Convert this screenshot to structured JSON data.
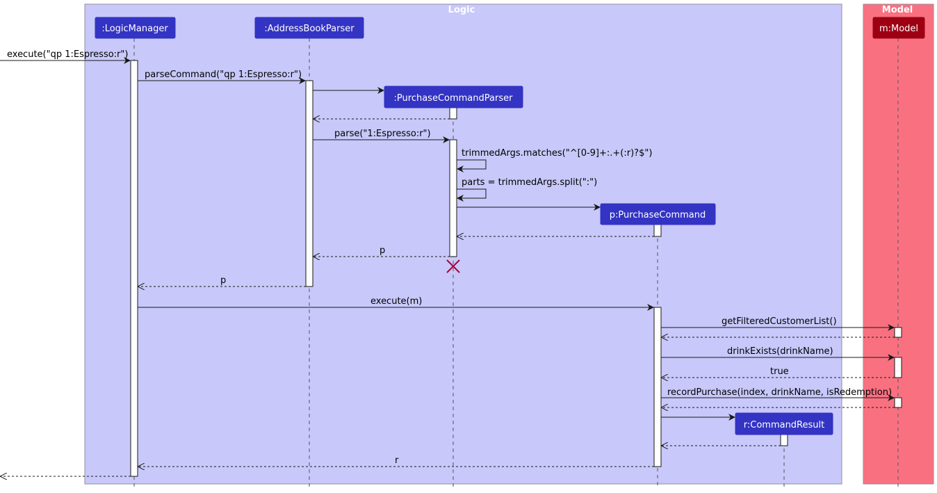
{
  "boxes": [
    {
      "id": "logic",
      "title": "Logic",
      "color": "#c8c8fa",
      "border": "#8f8f9f"
    },
    {
      "id": "model",
      "title": "Model",
      "color": "#f97181",
      "border": "#8f8f9f"
    }
  ],
  "participants": [
    {
      "id": "lm",
      "name": ":LogicManager",
      "color": "#3333c4"
    },
    {
      "id": "abp",
      "name": ":AddressBookParser",
      "color": "#3333c4"
    },
    {
      "id": "pcp",
      "name": ":PurchaseCommandParser",
      "color": "#3333c4"
    },
    {
      "id": "pc",
      "name": "p:PurchaseCommand",
      "color": "#3333c4"
    },
    {
      "id": "cr",
      "name": "r:CommandResult",
      "color": "#3333c4"
    },
    {
      "id": "m",
      "name": "m:Model",
      "color": "#9d0012"
    }
  ],
  "messages": [
    {
      "from": "outside",
      "to": "lm",
      "label": "execute(\"qp 1:Espresso:r\")",
      "type": "sync"
    },
    {
      "from": "lm",
      "to": "abp",
      "label": "parseCommand(\"qp 1:Espresso:r\")",
      "type": "sync"
    },
    {
      "from": "abp",
      "to": "pcp",
      "label": "",
      "type": "create"
    },
    {
      "from": "pcp",
      "to": "abp",
      "label": "",
      "type": "return"
    },
    {
      "from": "abp",
      "to": "pcp",
      "label": "parse(\"1:Espresso:r\")",
      "type": "sync"
    },
    {
      "from": "pcp",
      "to": "pcp",
      "label": "trimmedArgs.matches(\"^[0-9]+:.+(:r)?$\")",
      "type": "self"
    },
    {
      "from": "pcp",
      "to": "pcp",
      "label": "parts = trimmedArgs.split(\":\")",
      "type": "self"
    },
    {
      "from": "pcp",
      "to": "pc",
      "label": "",
      "type": "create"
    },
    {
      "from": "pc",
      "to": "pcp",
      "label": "",
      "type": "return"
    },
    {
      "from": "pcp",
      "to": "abp",
      "label": "p",
      "type": "return"
    },
    {
      "from": "abp",
      "to": "lm",
      "label": "p",
      "type": "return"
    },
    {
      "from": "lm",
      "to": "pc",
      "label": "execute(m)",
      "type": "sync"
    },
    {
      "from": "pc",
      "to": "m",
      "label": "getFilteredCustomerList()",
      "type": "sync"
    },
    {
      "from": "m",
      "to": "pc",
      "label": "",
      "type": "return"
    },
    {
      "from": "pc",
      "to": "m",
      "label": "drinkExists(drinkName)",
      "type": "sync"
    },
    {
      "from": "m",
      "to": "pc",
      "label": "true",
      "type": "return"
    },
    {
      "from": "pc",
      "to": "m",
      "label": "recordPurchase(index, drinkName, isRedemption)",
      "type": "sync"
    },
    {
      "from": "m",
      "to": "pc",
      "label": "",
      "type": "return"
    },
    {
      "from": "pc",
      "to": "cr",
      "label": "",
      "type": "create"
    },
    {
      "from": "cr",
      "to": "pc",
      "label": "",
      "type": "return"
    },
    {
      "from": "pc",
      "to": "lm",
      "label": "r",
      "type": "return"
    },
    {
      "from": "lm",
      "to": "outside",
      "label": "",
      "type": "return"
    }
  ],
  "destroyed": [
    "pcp"
  ],
  "colors": {
    "destroy_mark": "#a80036",
    "lifeline": "#555555"
  }
}
